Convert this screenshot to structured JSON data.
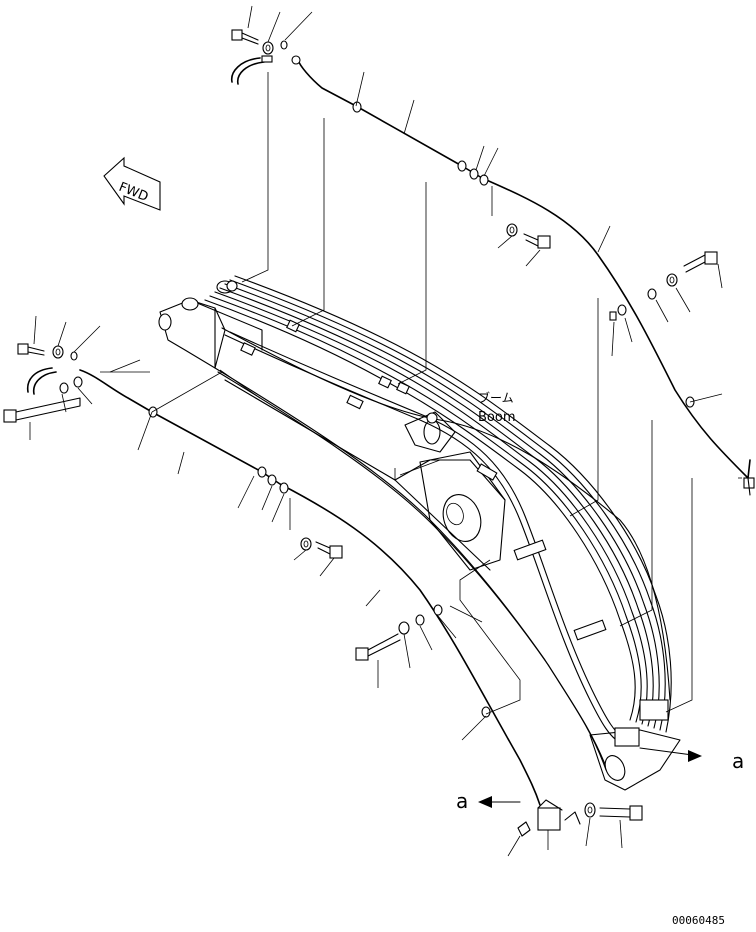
{
  "labels": {
    "fwd": "FWD",
    "boom_jp": "ブーム",
    "boom_en": "Boom",
    "view_a_right": "a",
    "view_a_bottom": "a",
    "drawing_number": "00060485"
  }
}
